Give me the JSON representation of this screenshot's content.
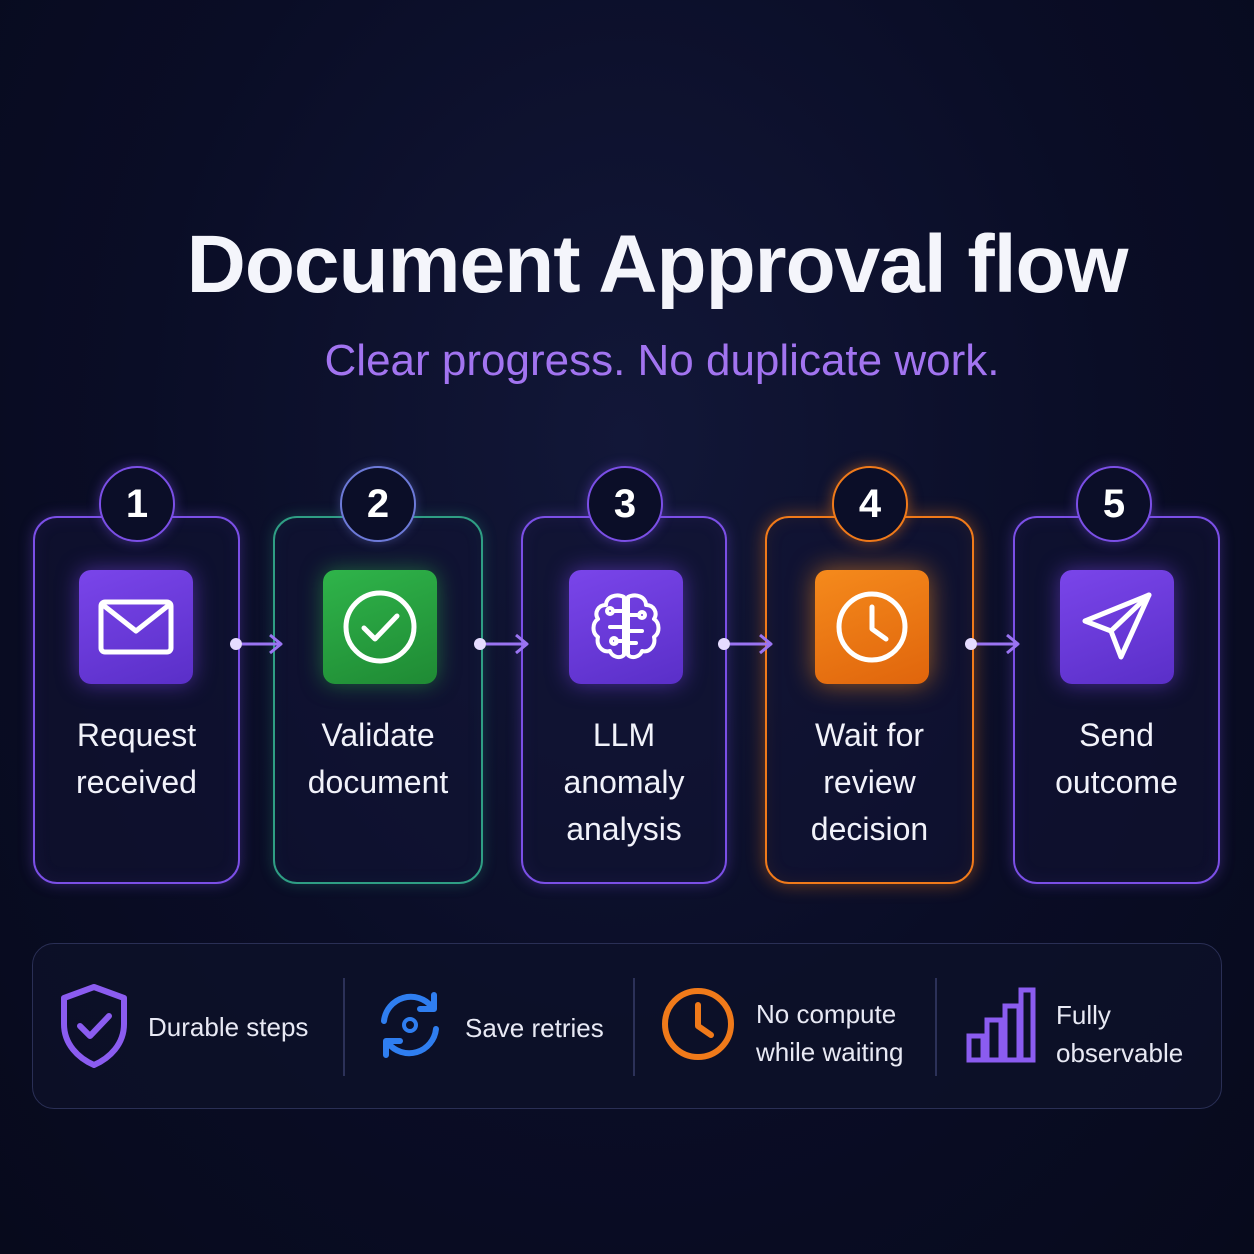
{
  "title": "Document Approval flow",
  "subtitle": "Clear progress. No duplicate work.",
  "steps": [
    {
      "number": "1",
      "lines": [
        "Request",
        "received"
      ],
      "icon": "envelope-icon"
    },
    {
      "number": "2",
      "lines": [
        "Validate",
        "document"
      ],
      "icon": "check-circle-icon"
    },
    {
      "number": "3",
      "lines": [
        "LLM",
        "anomaly",
        "analysis"
      ],
      "icon": "brain-icon"
    },
    {
      "number": "4",
      "lines": [
        "Wait for",
        "review",
        "decision"
      ],
      "icon": "clock-icon"
    },
    {
      "number": "5",
      "lines": [
        "Send",
        "outcome"
      ],
      "icon": "paper-plane-icon"
    }
  ],
  "features": [
    {
      "lines": [
        "Durable steps"
      ],
      "icon": "shield-check-icon"
    },
    {
      "lines": [
        "Save retries"
      ],
      "icon": "refresh-icon"
    },
    {
      "lines": [
        "No compute",
        "while waiting"
      ],
      "icon": "clock-icon"
    },
    {
      "lines": [
        "Fully",
        "observable"
      ],
      "icon": "bar-chart-icon"
    }
  ],
  "colors": {
    "background": "#0a0d24",
    "accent_purple": "#7b4fe6",
    "accent_green": "#2fb44a",
    "accent_orange": "#f07a1a",
    "accent_blue": "#2f7ef0",
    "subtitle": "#a274f0"
  }
}
